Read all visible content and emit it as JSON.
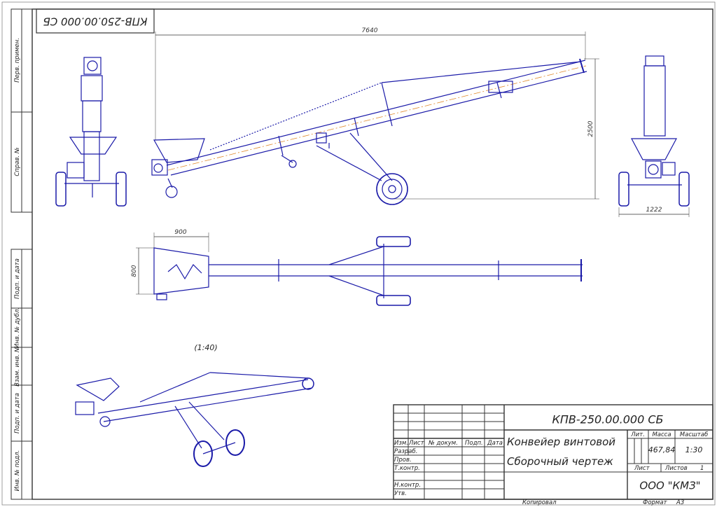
{
  "drawing": {
    "designation": "КПВ-250.00.000 СБ",
    "designation_mirrored": "КПВ-250.00.000 СБ",
    "title_line1": "Конвейер винтовой",
    "title_line2": "Сборочный чертеж",
    "company": "ООО \"КМЗ\"",
    "mass": "467,84",
    "scale": "1:30",
    "sheets_count": "1",
    "copied_label": "Копировал",
    "format_label": "Формат",
    "format_value": "А3",
    "iso_scale_label": "(1:40)"
  },
  "title_block_labels": {
    "change": "Изм.",
    "sheet": "Лист",
    "doc_no": "№ докум.",
    "signature": "Подп.",
    "date": "Дата",
    "developed": "Разраб.",
    "checked": "Пров.",
    "tech_control": "Т.контр.",
    "norm_control": "Н.контр.",
    "approved": "Утв.",
    "lit": "Лит.",
    "mass_label": "Масса",
    "scale_label": "Масштаб",
    "sheet_label": "Лист",
    "sheets_label": "Листов"
  },
  "side_stamp": {
    "first_use": "Перв. примен.",
    "reference_no": "Справ. №",
    "sign_date_1": "Подп. и дата",
    "inv_dup": "Инв. № дубл.",
    "replaces_inv": "Взам. инв. №",
    "sign_date_2": "Подп. и дата",
    "inv_orig": "Инв. № подл."
  },
  "dimensions": {
    "overall_length": "7640",
    "height": "2500",
    "track_width": "1222",
    "hopper_length": "900",
    "hopper_width": "800"
  },
  "colors": {
    "line": "#1a1aa8",
    "frame": "#333333",
    "axis": "#e08a2a"
  }
}
